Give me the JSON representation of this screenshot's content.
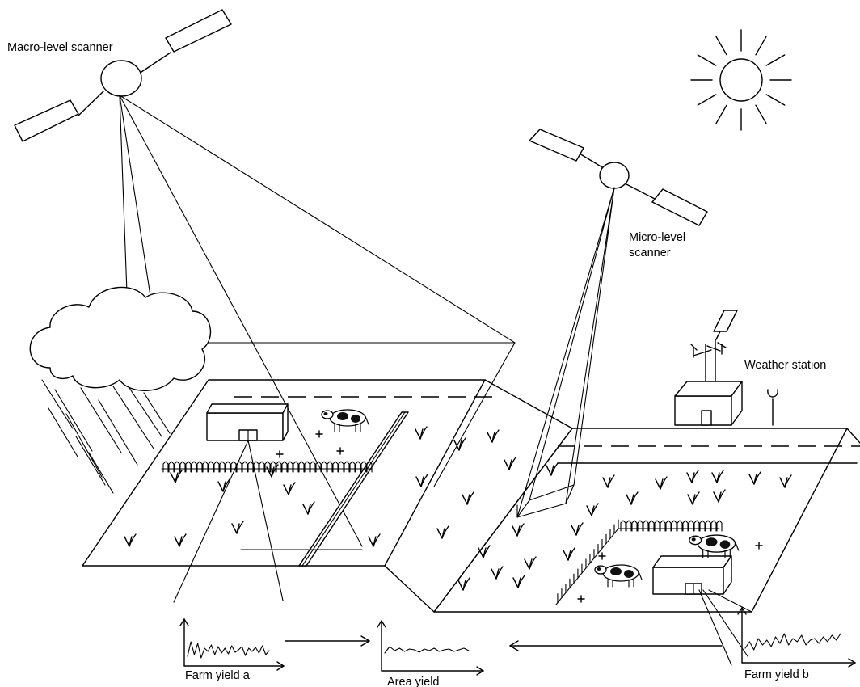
{
  "labels": {
    "macro_scanner": "Macro-level scanner",
    "micro_scanner_line1": "Micro-level",
    "micro_scanner_line2": "scanner",
    "weather_station": "Weather station",
    "farm_yield_a": "Farm yield a",
    "area_yield": "Area yield",
    "farm_yield_b": "Farm yield b"
  },
  "icons": [
    "satellite-icon",
    "sun-icon",
    "cloud-icon",
    "rain-icon",
    "barn-icon",
    "cow-icon",
    "crop-icon",
    "fence-icon",
    "weather-station-icon",
    "antenna-icon",
    "chart-icon",
    "arrow-icon"
  ]
}
